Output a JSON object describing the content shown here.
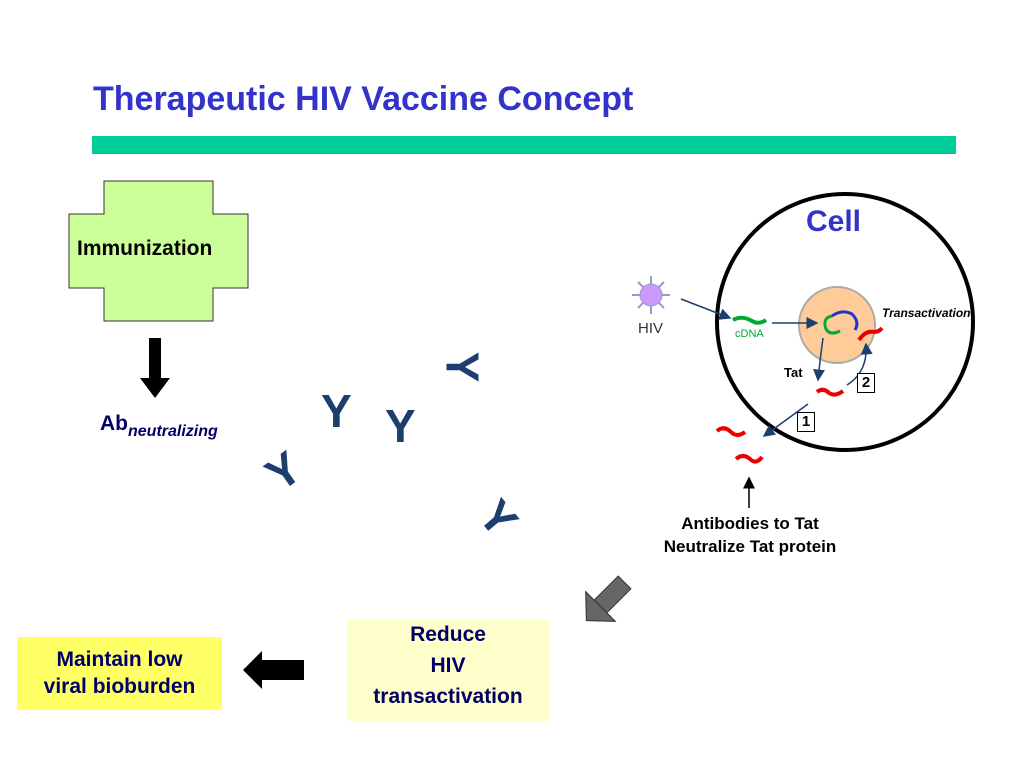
{
  "title": "Therapeutic HIV Vaccine Concept",
  "immunization": {
    "label": "Immunization"
  },
  "antibody": {
    "main": "Ab",
    "subscript": "neutralizing"
  },
  "antibody_glyph": "Y",
  "cell": {
    "title": "Cell",
    "hiv_label": "HIV",
    "cdna_label": "cDNA",
    "transactivation_label": "Transactivation",
    "tat_label": "Tat",
    "step_1": "1",
    "step_2": "2"
  },
  "antibodies_to_tat": {
    "line1": "Antibodies to Tat",
    "line2": "Neutralize Tat protein"
  },
  "reduce": {
    "line1": "Reduce",
    "line2": "HIV",
    "line3": "transactivation"
  },
  "maintain": {
    "line1": "Maintain low",
    "line2": "viral bioburden"
  },
  "colors": {
    "title": "#3333cc",
    "title_bar": "#00cc99",
    "immunization_fill": "#ccff99",
    "nucleus_fill": "#ffcc99",
    "antibody": "#1c3f6e",
    "tat_protein": "#ee0000",
    "cdna": "#00aa33"
  }
}
